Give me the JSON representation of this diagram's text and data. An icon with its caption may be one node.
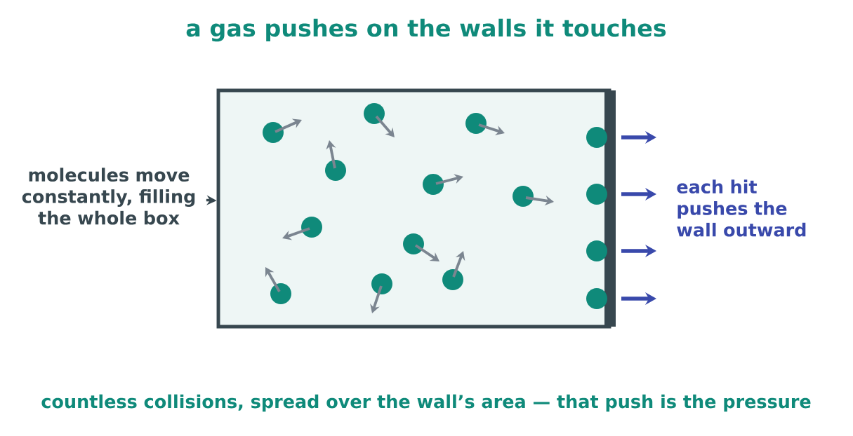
{
  "diagram": {
    "title": "a gas pushes on the walls it touches",
    "caption": "countless collisions, spread over the wall’s area — that push is the pressure",
    "nodes": [
      {
        "text": [],
        "shape": "box"
      },
      {
        "text": [
          "molecules move constantly, filling the whole box"
        ]
      }
    ],
    "edges": [
      {
        "from": 1,
        "to": 0,
        "arrow": "to"
      }
    ],
    "labels": [
      "each hit pushes the wall outward"
    ]
  }
}
